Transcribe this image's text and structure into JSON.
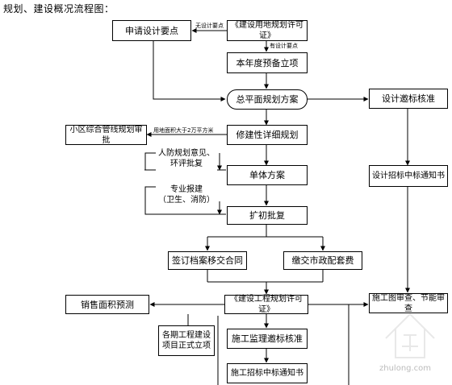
{
  "title": "规划、建设概况流程图：",
  "nodes": {
    "apply_design_points": "申请设计要点",
    "land_permit": "《建设用地规划许可证》",
    "annual_reserve": "本年度预备立项",
    "site_plan": "总平面规划方案",
    "design_bid": "设计邀标核准",
    "pipeline_review": "小区综合管线规划审批",
    "detailed_plan": "修建性详细规划",
    "civil_defense": "人防规划意见、\n环评批复",
    "single_scheme": "单体方案",
    "design_award": "设计招标中标通知书",
    "special_report": "专业报建\n（卫生、消防）",
    "expansion_approval": "扩初批复",
    "archive_contract": "签订档案移交合同",
    "municipal_fee": "缴交市政配套费",
    "sales_area": "销售面积预测",
    "engineering_permit": "《建设工程规划许可证》",
    "drawing_review": "施工图审查、节能审查",
    "project_approval": "各期工程建设\n项目正式立项",
    "supervision_bid": "施工监理邀标核准",
    "construction_award": "施工招标中标通知书"
  },
  "edge_labels": {
    "no_design_points": "无设计要点",
    "has_design_points": "有设计要点",
    "area_over": "用地面积大于2万平方米"
  },
  "watermark_text": "zhulong.com"
}
